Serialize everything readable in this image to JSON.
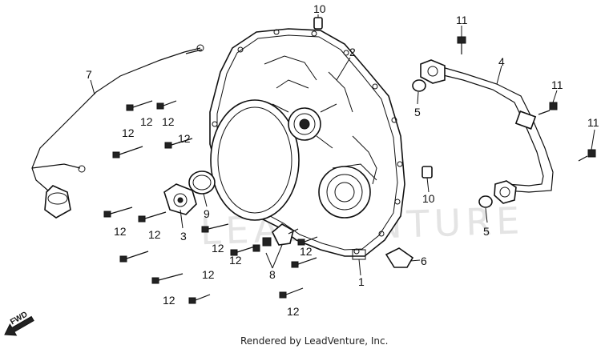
{
  "diagram": {
    "credit": "Rendered by LeadVenture, Inc.",
    "watermark": "LEADVENTURE",
    "direction_label": "FWD",
    "callouts": [
      {
        "id": "c-10a",
        "text": "10"
      },
      {
        "id": "c-2",
        "text": "2"
      },
      {
        "id": "c-11a",
        "text": "11"
      },
      {
        "id": "c-4",
        "text": "4"
      },
      {
        "id": "c-7",
        "text": "7"
      },
      {
        "id": "c-11b",
        "text": "11"
      },
      {
        "id": "c-5a",
        "text": "5"
      },
      {
        "id": "c-12a",
        "text": "12"
      },
      {
        "id": "c-12b",
        "text": "12"
      },
      {
        "id": "c-11c",
        "text": "11"
      },
      {
        "id": "c-12c",
        "text": "12"
      },
      {
        "id": "c-12d",
        "text": "12"
      },
      {
        "id": "c-9",
        "text": "9"
      },
      {
        "id": "c-10b",
        "text": "10"
      },
      {
        "id": "c-12e",
        "text": "12"
      },
      {
        "id": "c-12f",
        "text": "12"
      },
      {
        "id": "c-3",
        "text": "3"
      },
      {
        "id": "c-12g",
        "text": "12"
      },
      {
        "id": "c-5b",
        "text": "5"
      },
      {
        "id": "c-12h",
        "text": "12"
      },
      {
        "id": "c-12i",
        "text": "12"
      },
      {
        "id": "c-6",
        "text": "6"
      },
      {
        "id": "c-8",
        "text": "8"
      },
      {
        "id": "c-1",
        "text": "1"
      },
      {
        "id": "c-12j",
        "text": "12"
      },
      {
        "id": "c-12k",
        "text": "12"
      },
      {
        "id": "c-12l",
        "text": "12"
      }
    ]
  }
}
